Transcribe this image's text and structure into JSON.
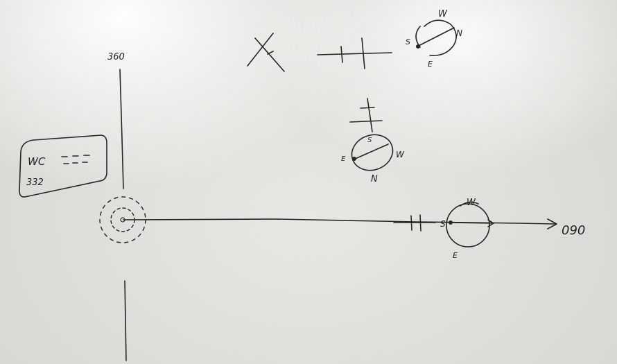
{
  "labels": {
    "top_heading": "360",
    "right_heading": "090",
    "box_line1": "WC",
    "box_line2": "332"
  },
  "compass_top": {
    "w": "W",
    "n": "N",
    "s": "S",
    "e": "E"
  },
  "compass_mid": {
    "s": "S",
    "e": "E",
    "w": "W",
    "n": "N"
  },
  "compass_right": {
    "w": "W",
    "s": "S",
    "e": "E"
  },
  "colors": {
    "ink": "#232528",
    "board": "#e2e2dd"
  }
}
